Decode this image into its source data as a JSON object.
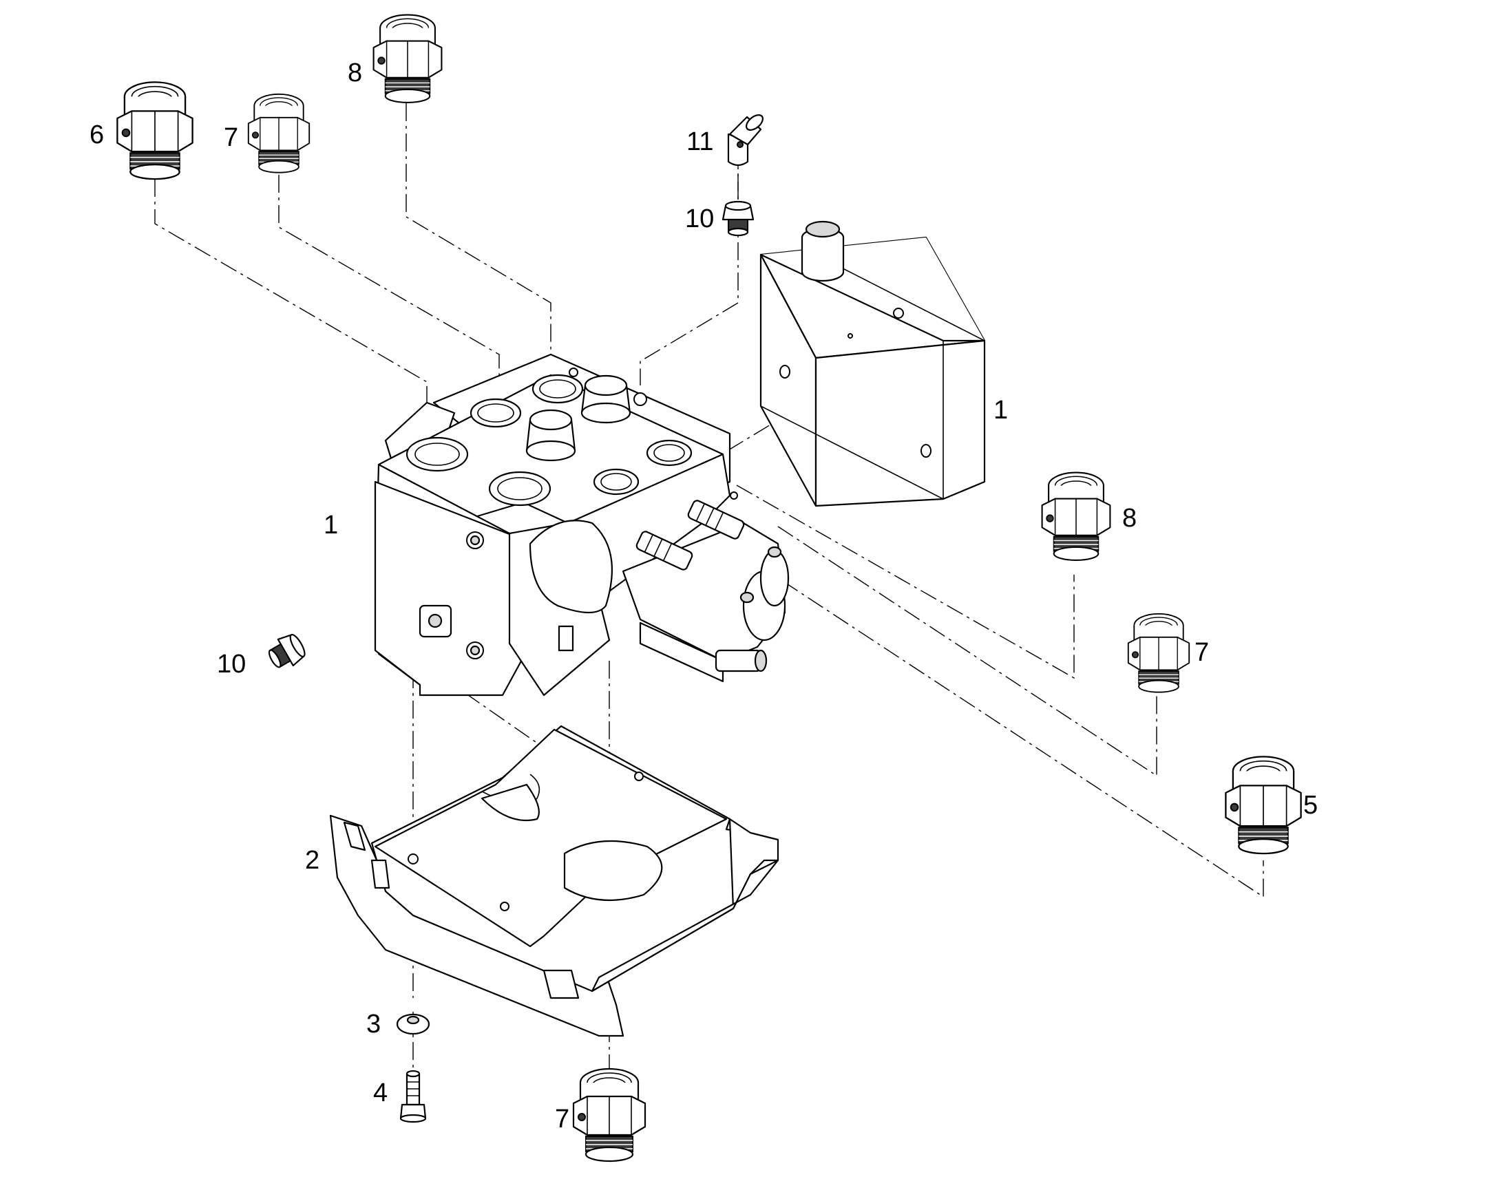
{
  "diagram": {
    "callouts": {
      "c1_block": "1",
      "c1_valve": "1",
      "c2": "2",
      "c3": "3",
      "c4": "4",
      "c5": "5",
      "c6": "6",
      "c7_top": "7",
      "c7_right": "7",
      "c7_bottom": "7",
      "c8_top": "8",
      "c8_right": "8",
      "c10_top": "10",
      "c10_left": "10",
      "c11": "11"
    },
    "colors": {
      "line": "#000000",
      "fill": "#ffffff",
      "shade": "#d8d8d8",
      "thread": "#3a3a3a"
    }
  }
}
